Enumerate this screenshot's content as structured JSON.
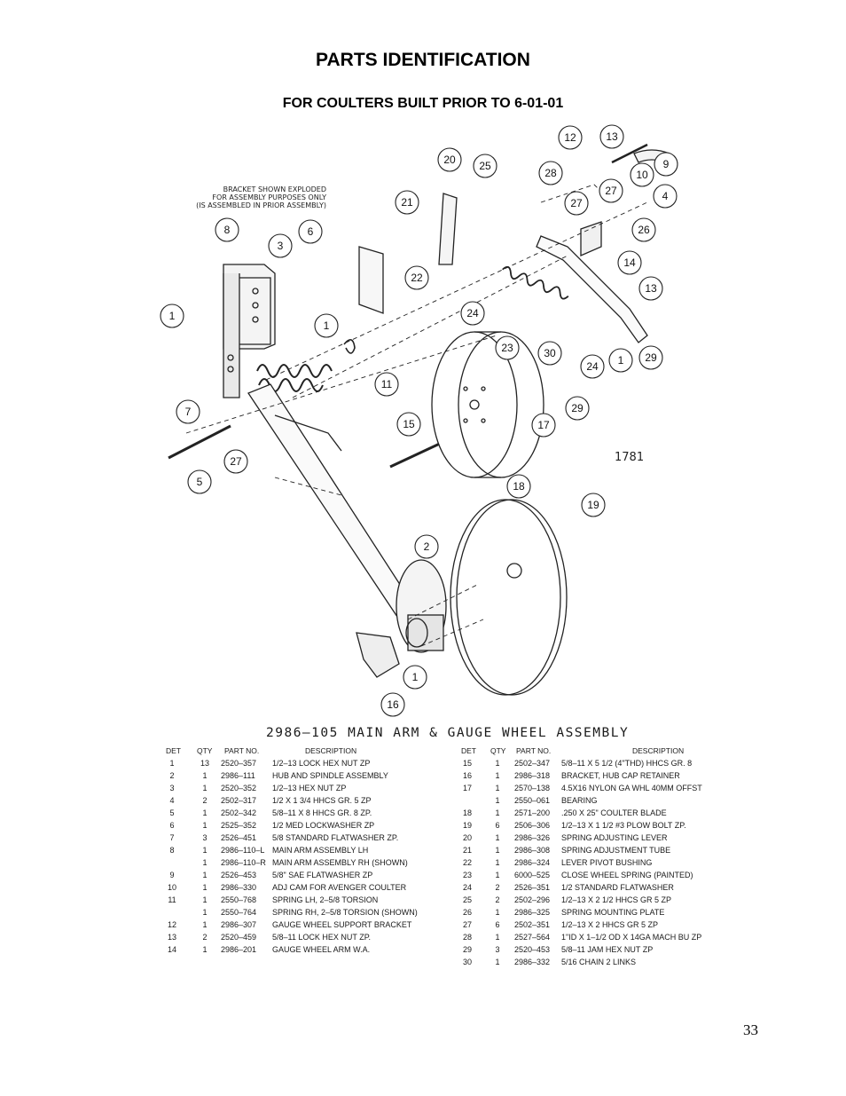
{
  "page": {
    "title": "PARTS IDENTIFICATION",
    "subtitle": "FOR COULTERS BUILT PRIOR TO 6-01-01",
    "page_number": "33"
  },
  "diagram": {
    "note": "BRACKET SHOWN EXPLODED\nFOR ASSEMBLY PURPOSES ONLY\n(IS ASSEMBLED IN PRIOR ASSEMBLY)",
    "note_lines": [
      "BRACKET SHOWN EXPLODED",
      "FOR ASSEMBLY PURPOSES ONLY",
      "(IS ASSEMBLED IN PRIOR ASSEMBLY)"
    ],
    "drawing_number": "1781",
    "callouts": [
      "12",
      "13",
      "20",
      "25",
      "28",
      "9",
      "10",
      "27",
      "21",
      "27",
      "4",
      "8",
      "3",
      "6",
      "26",
      "14",
      "22",
      "13",
      "1",
      "24",
      "1",
      "23",
      "30",
      "24",
      "1",
      "29",
      "11",
      "29",
      "7",
      "15",
      "17",
      "27",
      "5",
      "18",
      "19",
      "2",
      "1",
      "16"
    ]
  },
  "assembly": {
    "title": "2986–105 MAIN ARM & GAUGE WHEEL ASSEMBLY",
    "headers": {
      "det": "DET",
      "qty": "QTY",
      "part": "PART NO.",
      "desc": "DESCRIPTION"
    },
    "left_rows": [
      {
        "det": "1",
        "qty": "13",
        "part": "2520–357",
        "desc": "1/2–13 LOCK HEX NUT ZP"
      },
      {
        "det": "2",
        "qty": "1",
        "part": "2986–111",
        "desc": "HUB AND SPINDLE ASSEMBLY"
      },
      {
        "det": "3",
        "qty": "1",
        "part": "2520–352",
        "desc": "1/2–13 HEX NUT ZP"
      },
      {
        "det": "4",
        "qty": "2",
        "part": "2502–317",
        "desc": "1/2 X 1 3/4 HHCS GR. 5 ZP"
      },
      {
        "det": "5",
        "qty": "1",
        "part": "2502–342",
        "desc": "5/8–11 X 8 HHCS GR. 8 ZP."
      },
      {
        "det": "6",
        "qty": "1",
        "part": "2525–352",
        "desc": "1/2 MED LOCKWASHER ZP"
      },
      {
        "det": "7",
        "qty": "3",
        "part": "2526–451",
        "desc": "5/8 STANDARD FLATWASHER ZP."
      },
      {
        "det": "8",
        "qty": "1",
        "part": "2986–110–L",
        "desc": "MAIN ARM ASSEMBLY LH"
      },
      {
        "det": "",
        "qty": "1",
        "part": "2986–110–R",
        "desc": "MAIN ARM ASSEMBLY RH (SHOWN)"
      },
      {
        "det": "9",
        "qty": "1",
        "part": "2526–453",
        "desc": "5/8\" SAE FLATWASHER ZP"
      },
      {
        "det": "10",
        "qty": "1",
        "part": "2986–330",
        "desc": "ADJ CAM FOR AVENGER COULTER"
      },
      {
        "det": "11",
        "qty": "1",
        "part": "2550–768",
        "desc": "SPRING LH, 2–5/8 TORSION"
      },
      {
        "det": "",
        "qty": "1",
        "part": "2550–764",
        "desc": "SPRING RH, 2–5/8 TORSION (SHOWN)"
      },
      {
        "det": "12",
        "qty": "1",
        "part": "2986–307",
        "desc": "GAUGE WHEEL SUPPORT BRACKET"
      },
      {
        "det": "13",
        "qty": "2",
        "part": "2520–459",
        "desc": "5/8–11 LOCK HEX NUT ZP."
      },
      {
        "det": "14",
        "qty": "1",
        "part": "2986–201",
        "desc": "GAUGE WHEEL ARM W.A."
      }
    ],
    "right_rows": [
      {
        "det": "15",
        "qty": "1",
        "part": "2502–347",
        "desc": "5/8–11 X 5 1/2 (4\"THD) HHCS GR. 8"
      },
      {
        "det": "16",
        "qty": "1",
        "part": "2986–318",
        "desc": "BRACKET, HUB CAP RETAINER"
      },
      {
        "det": "17",
        "qty": "1",
        "part": "2570–138",
        "desc": "4.5X16 NYLON GA WHL 40MM OFFST"
      },
      {
        "det": "",
        "qty": "1",
        "part": "2550–061",
        "desc": "BEARING"
      },
      {
        "det": "18",
        "qty": "1",
        "part": "2571–200",
        "desc": ".250 X 25\" COULTER BLADE"
      },
      {
        "det": "19",
        "qty": "6",
        "part": "2506–306",
        "desc": "1/2–13 X 1 1/2 #3 PLOW BOLT ZP."
      },
      {
        "det": "20",
        "qty": "1",
        "part": "2986–326",
        "desc": "SPRING ADJUSTING LEVER"
      },
      {
        "det": "21",
        "qty": "1",
        "part": "2986–308",
        "desc": "SPRING ADJUSTMENT TUBE"
      },
      {
        "det": "22",
        "qty": "1",
        "part": "2986–324",
        "desc": "LEVER PIVOT BUSHING"
      },
      {
        "det": "23",
        "qty": "1",
        "part": "6000–525",
        "desc": "CLOSE WHEEL SPRING (PAINTED)"
      },
      {
        "det": "24",
        "qty": "2",
        "part": "2526–351",
        "desc": "1/2 STANDARD FLATWASHER"
      },
      {
        "det": "25",
        "qty": "2",
        "part": "2502–296",
        "desc": "1/2–13 X 2 1/2 HHCS GR 5 ZP"
      },
      {
        "det": "26",
        "qty": "1",
        "part": "2986–325",
        "desc": "SPRING MOUNTING PLATE"
      },
      {
        "det": "27",
        "qty": "6",
        "part": "2502–351",
        "desc": "1/2–13 X 2 HHCS GR 5 ZP"
      },
      {
        "det": "28",
        "qty": "1",
        "part": "2527–564",
        "desc": "1\"ID X 1–1/2 OD X 14GA MACH BU ZP"
      },
      {
        "det": "29",
        "qty": "3",
        "part": "2520–453",
        "desc": "5/8–11 JAM HEX NUT ZP"
      },
      {
        "det": "30",
        "qty": "1",
        "part": "2986–332",
        "desc": "5/16 CHAIN 2 LINKS"
      }
    ]
  }
}
